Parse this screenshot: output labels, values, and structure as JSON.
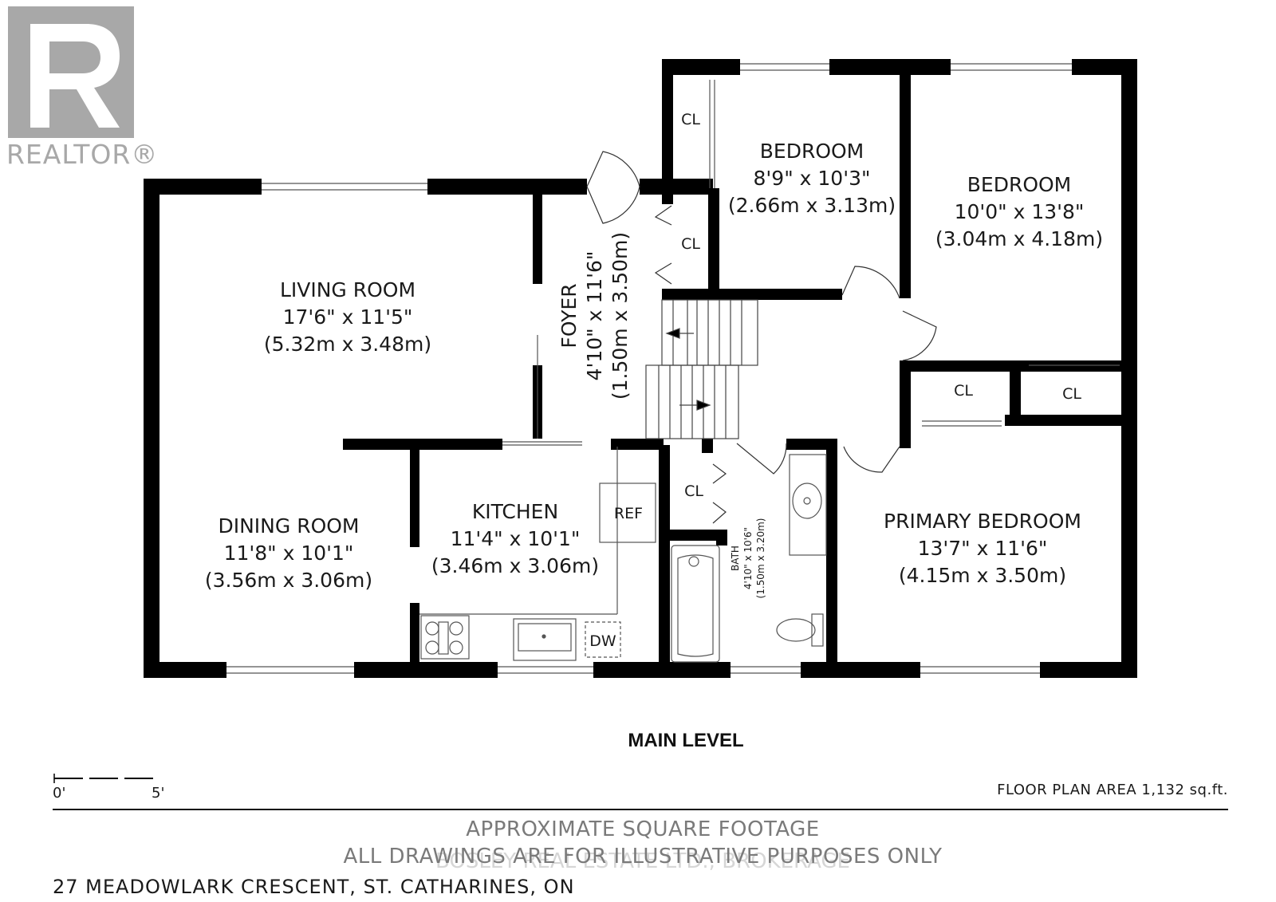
{
  "logo": {
    "text": "REALTOR®",
    "icon": "realtor-r-logo"
  },
  "plan_title": "MAIN LEVEL",
  "rooms": {
    "living_room": {
      "name": "LIVING ROOM",
      "imperial": "17'6\" x 11'5\"",
      "metric": "(5.32m x 3.48m)"
    },
    "dining_room": {
      "name": "DINING ROOM",
      "imperial": "11'8\" x 10'1\"",
      "metric": "(3.56m x 3.06m)"
    },
    "kitchen": {
      "name": "KITCHEN",
      "imperial": "11'4\" x 10'1\"",
      "metric": "(3.46m x 3.06m)"
    },
    "foyer": {
      "name": "FOYER",
      "imperial": "4'10\" x 11'6\"",
      "metric": "(1.50m x 3.50m)"
    },
    "bedroom_small": {
      "name": "BEDROOM",
      "imperial": "8'9\" x 10'3\"",
      "metric": "(2.66m x 3.13m)"
    },
    "bedroom_large": {
      "name": "BEDROOM",
      "imperial": "10'0\" x 13'8\"",
      "metric": "(3.04m x 4.18m)"
    },
    "primary_bedroom": {
      "name": "PRIMARY BEDROOM",
      "imperial": "13'7\" x 11'6\"",
      "metric": "(4.15m x 3.50m)"
    },
    "bath": {
      "name": "BATH",
      "imperial": "4'10\" x 10'6\"",
      "metric": "(1.50m x 3.20m)"
    }
  },
  "fixtures": {
    "closet": "CL",
    "refrigerator": "REF",
    "dishwasher": "DW"
  },
  "scale": {
    "start": "0'",
    "end": "5'"
  },
  "floor_plan_area": "FLOOR PLAN AREA 1,132 sq.ft.",
  "disclaimer": {
    "line1": "APPROXIMATE SQUARE FOOTAGE",
    "line2": "ALL DRAWINGS ARE FOR ILLUSTRATIVE PURPOSES ONLY"
  },
  "watermark": "BOSLEY REAL ESTATE LTD., BROKERAGE",
  "address": "27 MEADOWLARK CRESCENT, ST. CATHARINES, ON"
}
